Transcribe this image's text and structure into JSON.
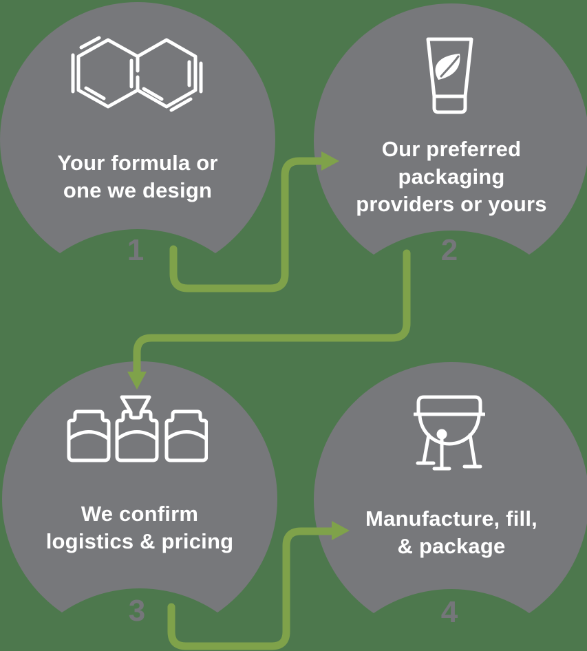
{
  "colors": {
    "background": "#4d784d",
    "circle_gray": "#77787b",
    "connector_green": "#7fa24a",
    "label_white": "#ffffff",
    "number_gray": "#75767a",
    "icon_stroke": "#ffffff"
  },
  "steps": [
    {
      "number": "1",
      "icon": "molecule-icon",
      "lines": [
        "Your formula or",
        "one we design"
      ]
    },
    {
      "number": "2",
      "icon": "tube-leaf-icon",
      "lines": [
        "Our preferred",
        "packaging",
        "providers or yours"
      ]
    },
    {
      "number": "3",
      "icon": "jars-funnel-icon",
      "lines": [
        "We confirm",
        "logistics & pricing"
      ]
    },
    {
      "number": "4",
      "icon": "kettle-icon",
      "lines": [
        "Manufacture, fill,",
        "& package"
      ]
    }
  ],
  "connectors": [
    {
      "from": "1",
      "to": "2",
      "direction": "right"
    },
    {
      "from": "2",
      "to": "3",
      "direction": "down"
    },
    {
      "from": "3",
      "to": "4",
      "direction": "right"
    }
  ]
}
